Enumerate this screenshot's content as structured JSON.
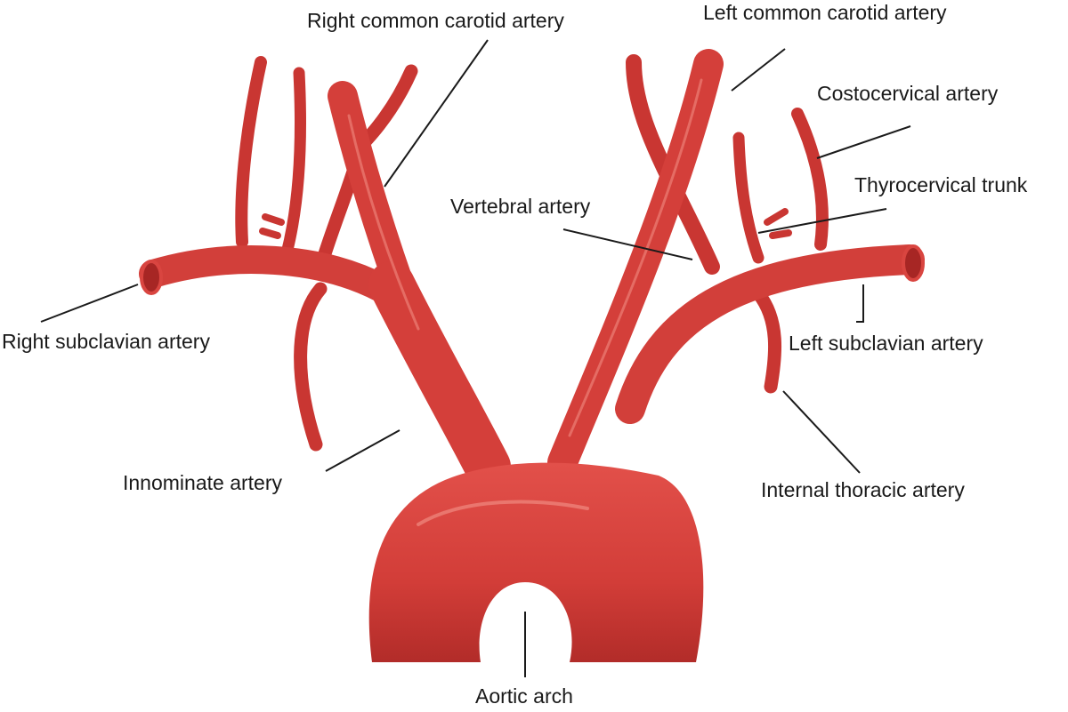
{
  "colors": {
    "vessel": "#d8403c",
    "vessel_dark": "#b12a28",
    "vessel_highlight": "#f08a80",
    "leader_line": "#1a1a1a",
    "background": "#ffffff"
  },
  "labels": {
    "right_common_carotid": "Right common carotid artery",
    "left_common_carotid": "Left common carotid artery",
    "costocervical": "Costocervical artery",
    "thyrocervical": "Thyrocervical trunk",
    "vertebral": "Vertebral artery",
    "right_subclavian": "Right subclavian artery",
    "left_subclavian": "Left subclavian artery",
    "innominate": "Innominate artery",
    "internal_thoracic": "Internal thoracic artery",
    "aortic_arch": "Aortic arch"
  }
}
